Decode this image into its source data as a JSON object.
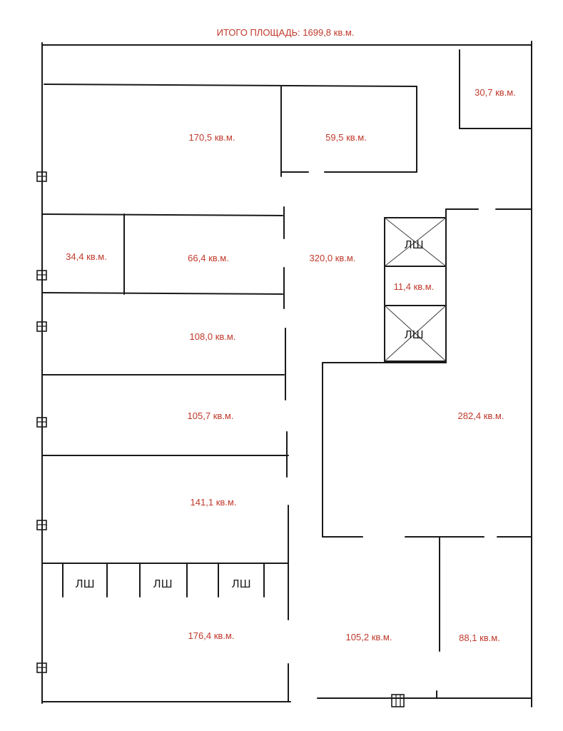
{
  "title": "ИТОГО ПЛОЩАДЬ: 1699,8 кв.м.",
  "stair_label": "ЛШ",
  "colors": {
    "label": "#c0392b",
    "wall": "#1a1a1a"
  },
  "rooms": [
    {
      "area": "30,7 кв.м."
    },
    {
      "area": "170,5 кв.м."
    },
    {
      "area": "59,5 кв.м."
    },
    {
      "area": "34,4 кв.м."
    },
    {
      "area": "66,4 кв.м."
    },
    {
      "area": "320,0 кв.м."
    },
    {
      "area": "11,4 кв.м."
    },
    {
      "area": "108,0 кв.м."
    },
    {
      "area": "105,7 кв.м."
    },
    {
      "area": "282,4 кв.м."
    },
    {
      "area": "141,1 кв.м."
    },
    {
      "area": "176,4 кв.м."
    },
    {
      "area": "105,2 кв.м."
    },
    {
      "area": "88,1 кв.м."
    }
  ]
}
